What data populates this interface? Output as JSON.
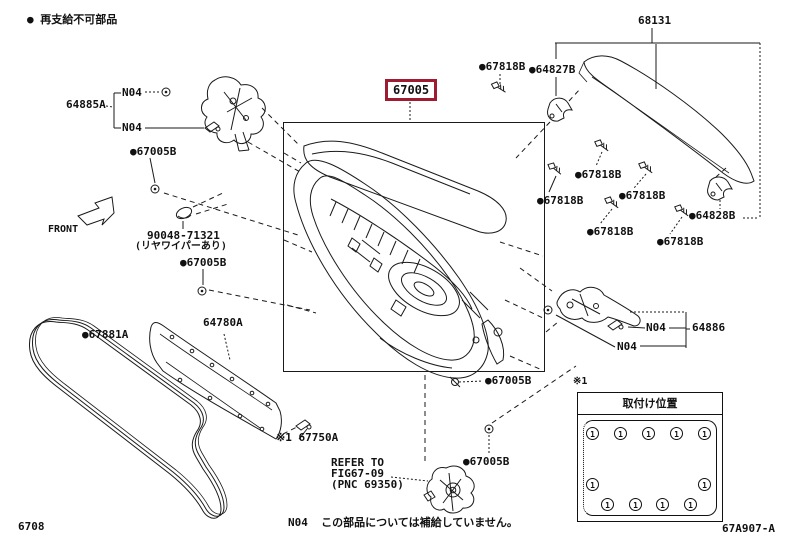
{
  "meta": {
    "bg": "#ffffff",
    "line_color": "#1a1a1a",
    "highlight_color": "#9e1b32"
  },
  "legend": {
    "note": "● 再支給不可部品"
  },
  "front_indicator": {
    "label": "FRONT"
  },
  "highlight": {
    "part_no": "67005"
  },
  "callouts": {
    "p64885a": "64885A",
    "n04_left_top": "N04",
    "n04_left_bottom": "N04",
    "p67005b_hinge": "●67005B",
    "p90048": "90048-71321",
    "p90048_note": "(リヤワイパーあり)",
    "p67005b_mid": "●67005B",
    "p67881a": "●67881A",
    "p64780a": "64780A",
    "p67750a": "※1 67750A",
    "refer_line1": "REFER TO",
    "refer_line2": "FIG67-09",
    "refer_line3": "(PNC 69350)",
    "p67005b_lock": "●67005B",
    "p67005b_corner": "●67005B",
    "p68131": "68131",
    "p67818b_top": "●67818B",
    "p64827b": "●64827B",
    "p67818b_1": "●67818B",
    "p67818b_2": "●67818B",
    "p67818b_3": "●67818B",
    "p67818b_4": "●67818B",
    "p67818b_5": "●67818B",
    "p64828b": "●64828B",
    "n04_right_top": "N04",
    "n04_right_bottom": "N04",
    "p64886": "64886"
  },
  "mount_table": {
    "marker": "※1",
    "title": "取付け位置",
    "marks": [
      "1",
      "1",
      "1",
      "1",
      "1",
      "1",
      "1",
      "1",
      "1",
      "1",
      "1"
    ]
  },
  "footer": {
    "fig_no": "6708",
    "note_code": "N04",
    "note_text": "この部品については補給していません。",
    "doc_no": "67A907-A"
  }
}
